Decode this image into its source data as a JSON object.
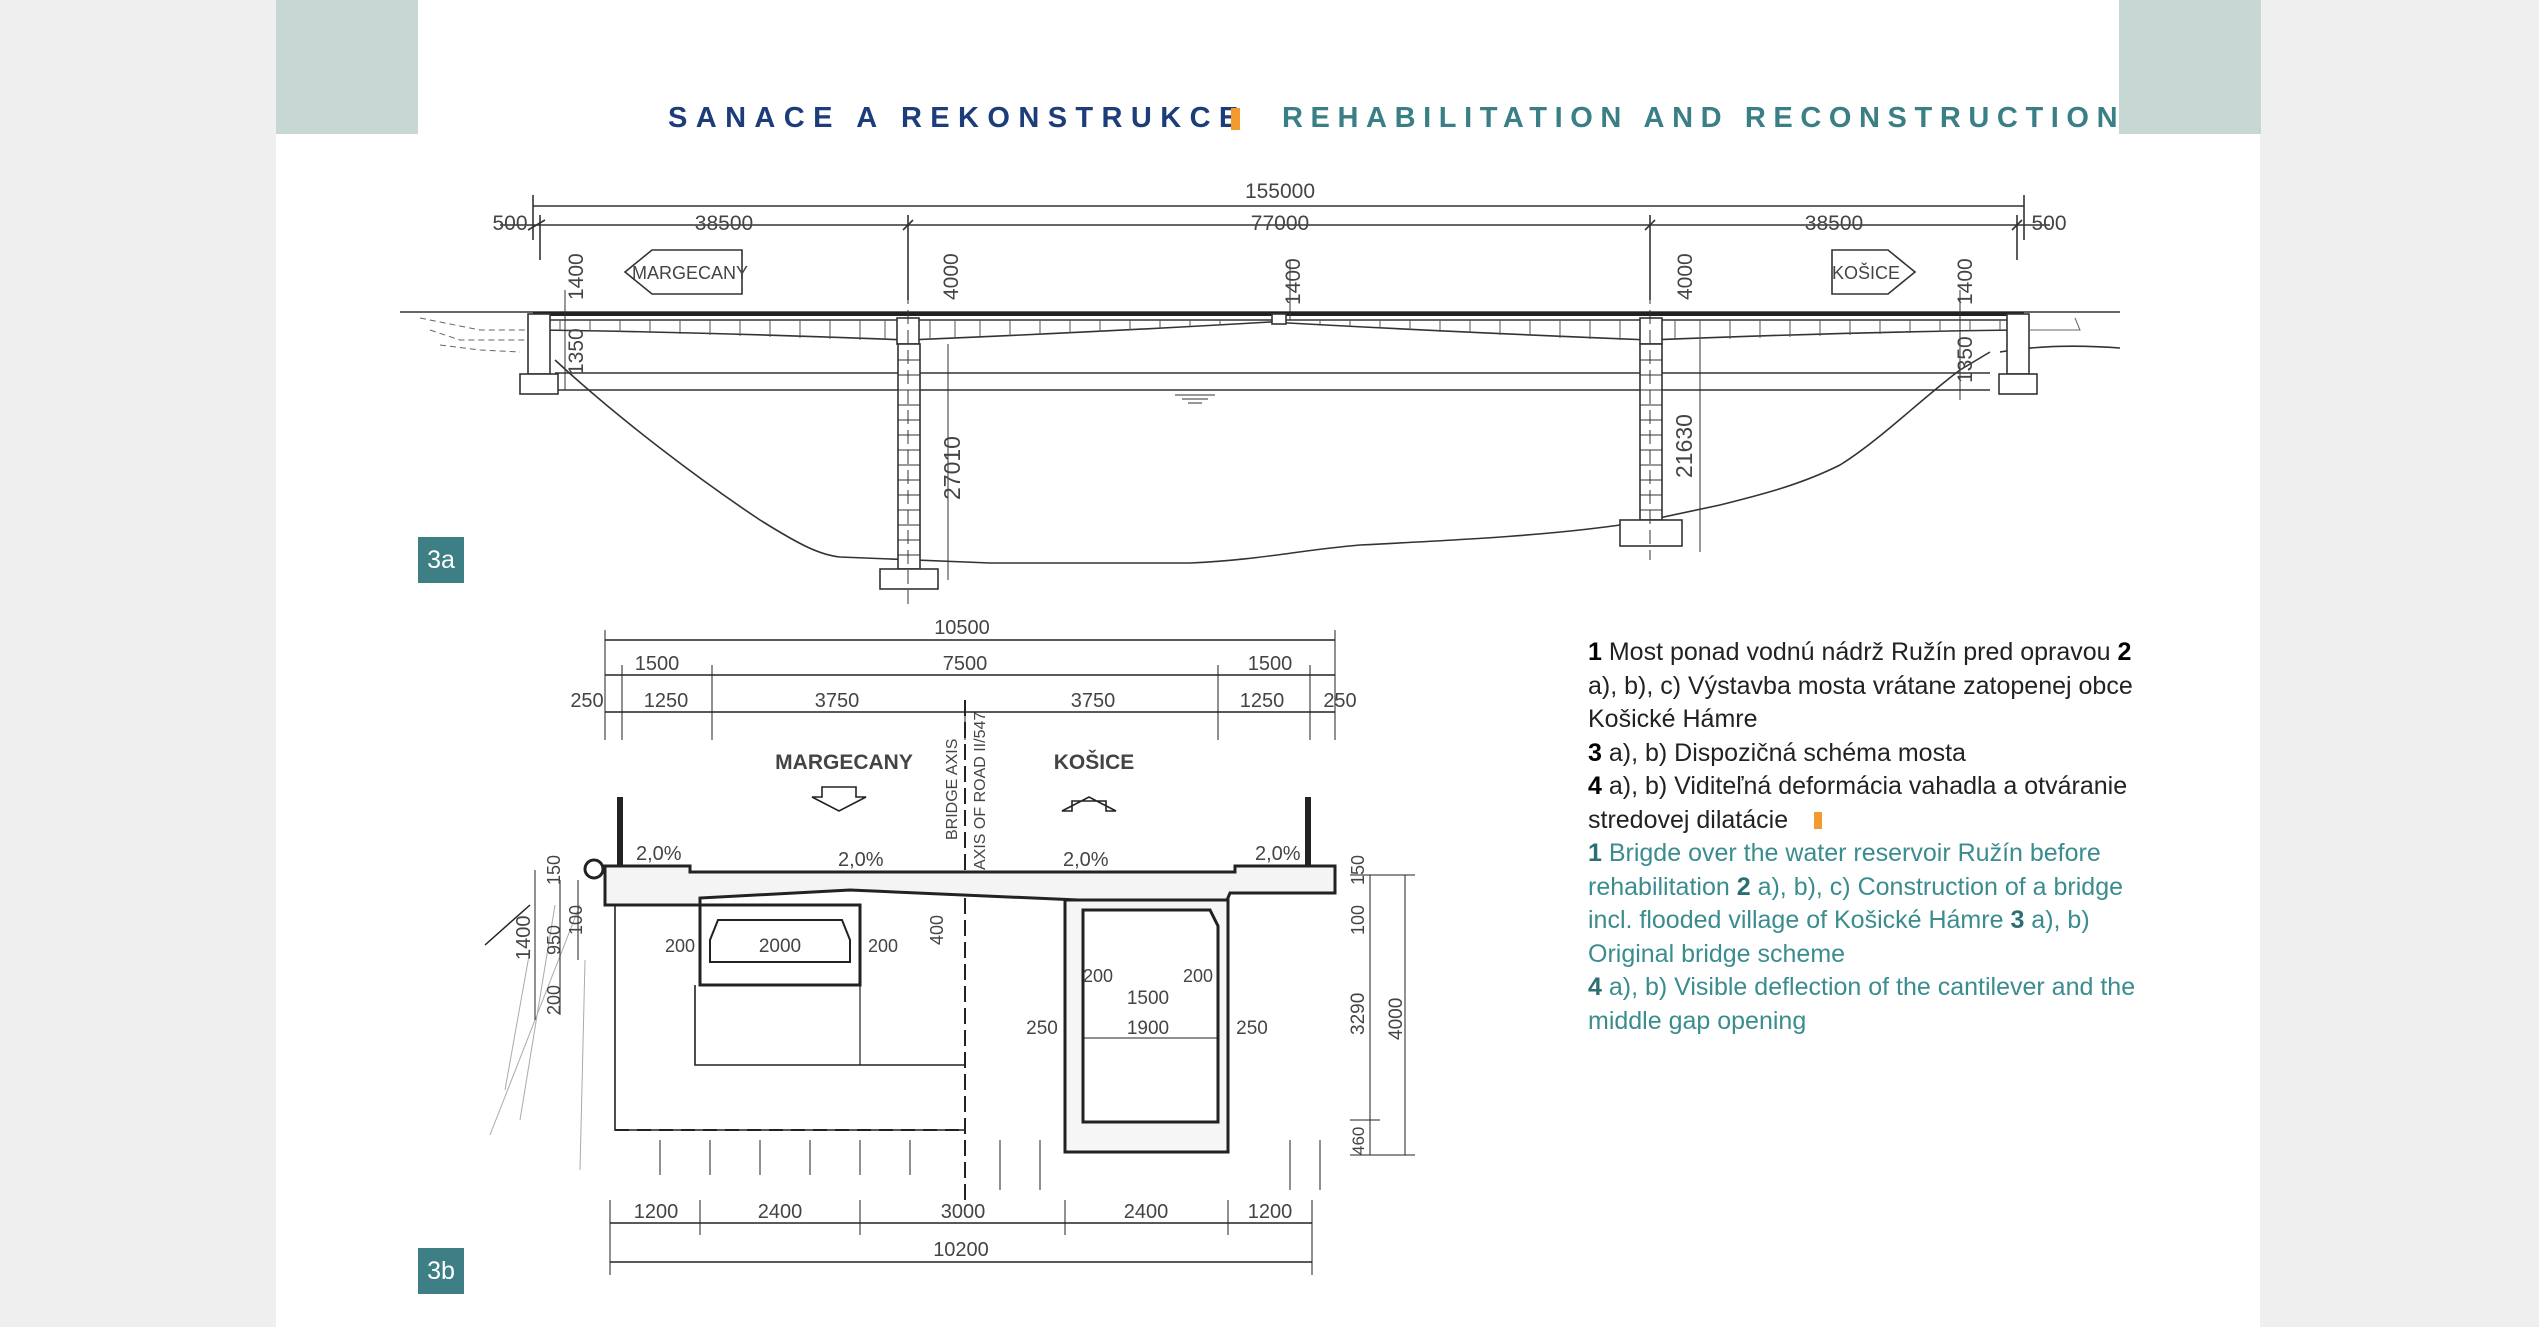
{
  "header": {
    "title_cz": "SANACE A REKONSTRUKCE",
    "title_en": "REHABILITATION AND RECONSTRUCTION",
    "accent_color": "#f29a2e"
  },
  "figure_a": {
    "badge": "3a",
    "dims_top": {
      "total": "155000",
      "end_left": "500",
      "span_left": "38500",
      "span_mid": "77000",
      "span_right": "38500",
      "end_right": "500"
    },
    "vertical_dims": {
      "abut_left": "1400",
      "abut_left_lower": "1350",
      "pier_left_top": "4000",
      "midspan": "1400",
      "pier_right_top": "4000",
      "abut_right": "1400",
      "abut_right_lower": "1350",
      "pier_left_height": "27010",
      "pier_right_height": "21630"
    },
    "arrow_left": "MARGECANY",
    "arrow_right": "KOŠICE"
  },
  "figure_b": {
    "badge": "3b",
    "dims_top": {
      "total": "10500",
      "w1500l": "1500",
      "w7500": "7500",
      "w1500r": "1500",
      "w250l": "250",
      "w1250l": "1250",
      "w3750l": "3750",
      "w3750r": "3750",
      "w1250r": "1250",
      "w250r": "250"
    },
    "labels": {
      "margecany": "MARGECANY",
      "kosice": "KOŠICE",
      "bridge_axis": "BRIDGE AXIS",
      "road_axis": "AXIS OF ROAD II/547",
      "slope": "2,0%"
    },
    "left_dims": {
      "d1400": "1400",
      "d150": "150",
      "d950": "950",
      "d100": "100",
      "d200": "200"
    },
    "inner_dims": {
      "d200a": "200",
      "d2000": "2000",
      "d200b": "200",
      "d400": "400",
      "d200c": "200",
      "d1500": "1500",
      "d200d": "200",
      "d250l": "250",
      "d1900": "1900",
      "d250r": "250"
    },
    "right_dims": {
      "d150": "150",
      "d100": "100",
      "d3290": "3290",
      "d4000": "4000",
      "d460": "460"
    },
    "dims_bottom": {
      "b1200l": "1200",
      "b2400l": "2400",
      "b3000": "3000",
      "b2400r": "2400",
      "b1200r": "1200",
      "total": "10200"
    }
  },
  "caption": {
    "cz": [
      {
        "num": "1",
        "text": " Most ponad vodnú nádrž Ružín pred opravou "
      },
      {
        "num": "2",
        "text": " a), b), c) Výstavba mosta vrátane zatopenej obce Košické Hámre"
      },
      {
        "num": "3",
        "text": " a), b) Dispozičná schéma mosta"
      },
      {
        "num": "4",
        "text": " a), b) Viditeľná deformácia vahadla a otváranie stredovej dilatácie"
      }
    ],
    "en": [
      {
        "num": "1",
        "text": " Brigde over the water reservoir Ružín before rehabilitation "
      },
      {
        "num": "2",
        "text": " a), b), c) Construction of a bridge incl. flooded village of Košické Hámre "
      },
      {
        "num": "3",
        "text": " a), b) Original bridge scheme"
      },
      {
        "num": "4",
        "text": " a), b) Visible deflection of the cantilever and the middle gap opening"
      }
    ]
  }
}
